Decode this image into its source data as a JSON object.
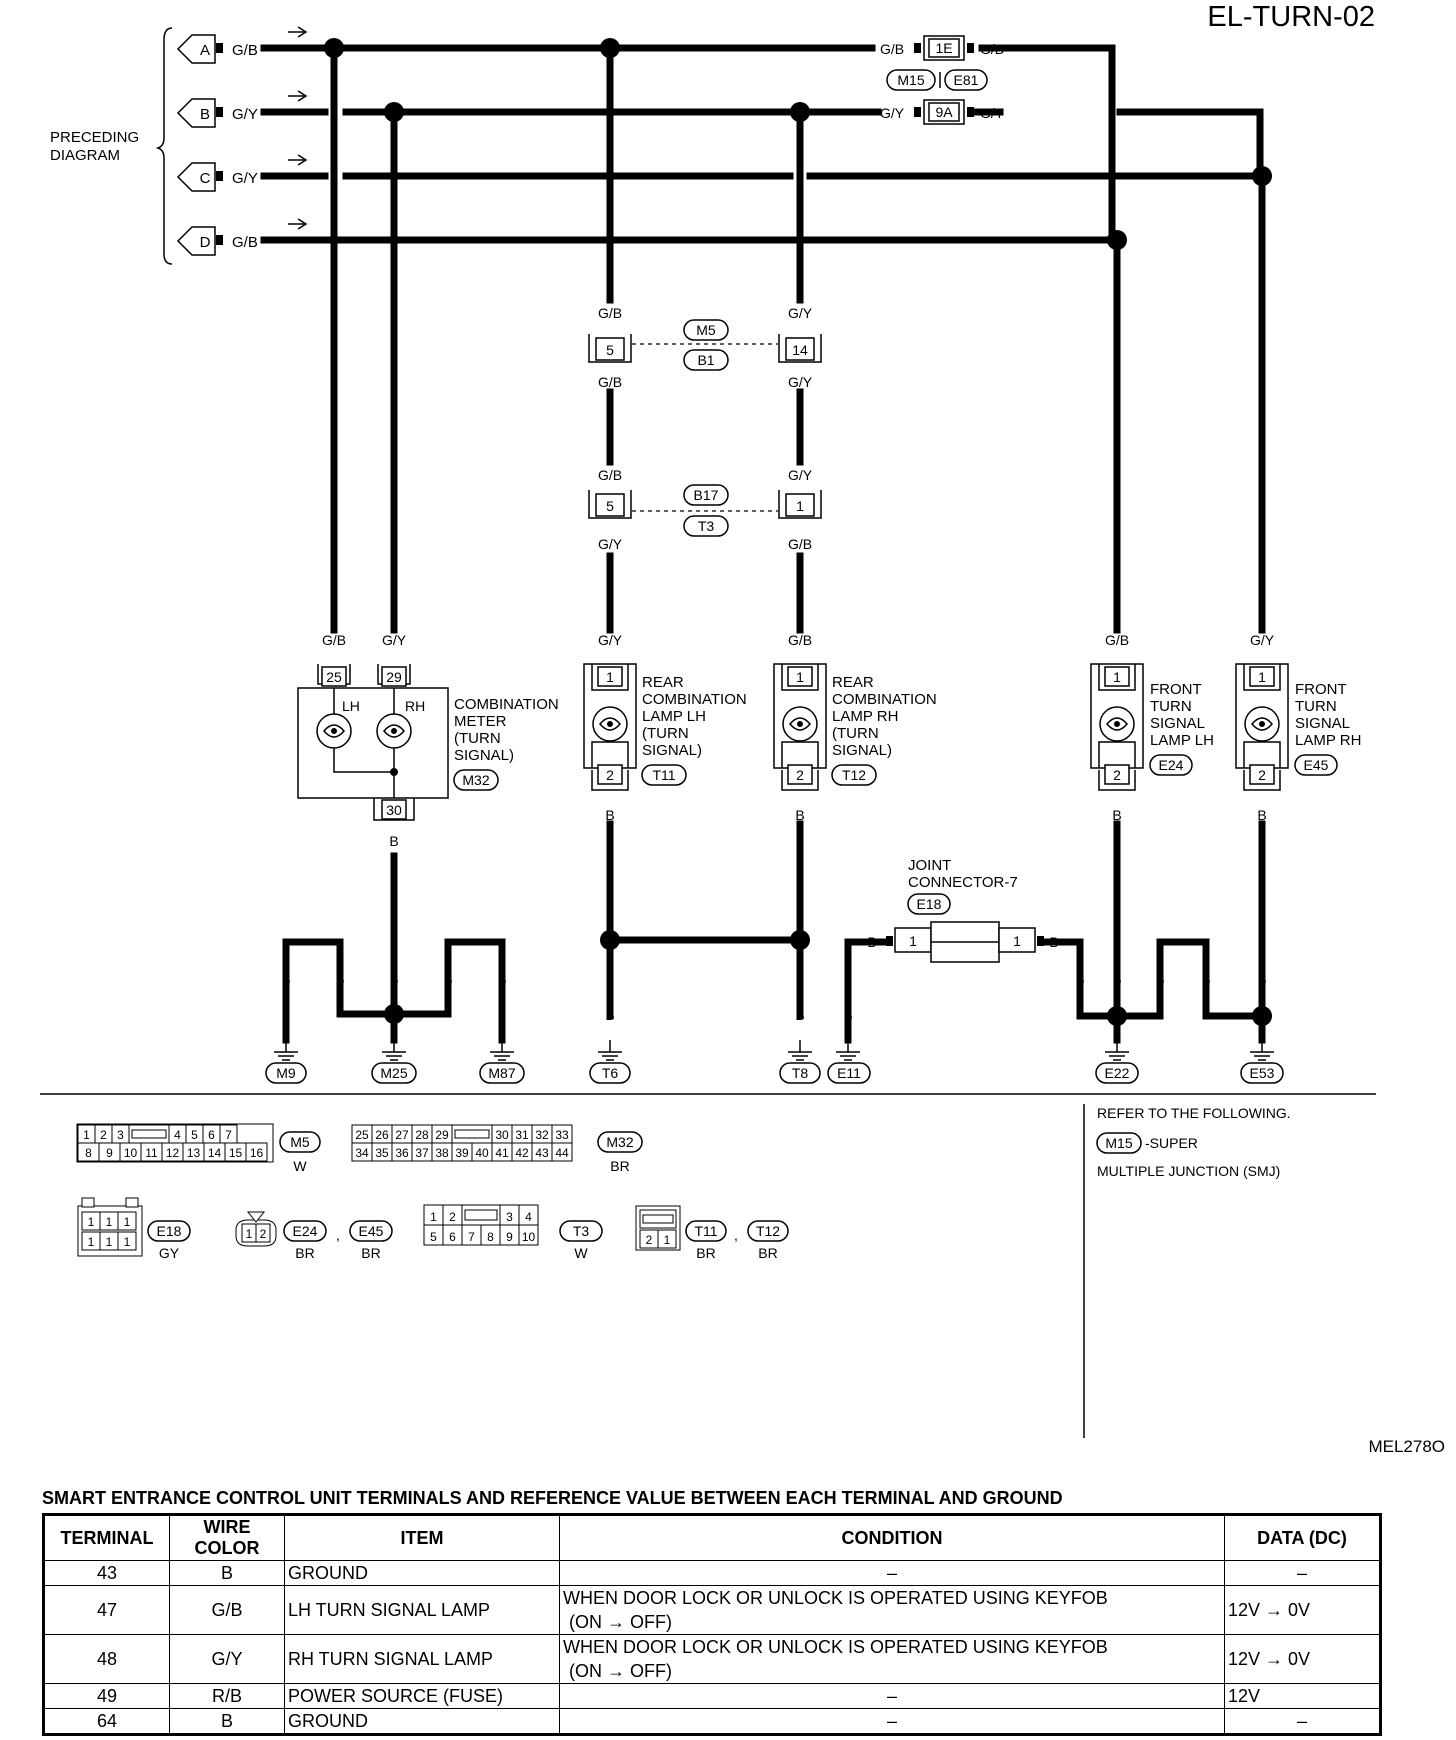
{
  "diagram": {
    "code": "EL-TURN-02",
    "figure_id": "MEL278O",
    "preceding_diagram": [
      "PRECEDING",
      "DIAGRAM"
    ],
    "inputs": [
      {
        "letter": "A",
        "color": "G/B"
      },
      {
        "letter": "B",
        "color": "G/Y"
      },
      {
        "letter": "C",
        "color": "G/Y"
      },
      {
        "letter": "D",
        "color": "G/B"
      }
    ],
    "smj": {
      "c1": {
        "pin": "1E",
        "conn_a": "M15",
        "conn_b": "E81",
        "color_in": "G/B",
        "color_out": "G/B"
      },
      "c2": {
        "pin": "9A",
        "color_in": "G/Y",
        "color_out": "G/Y"
      }
    },
    "conn_m5_b1": {
      "conn_a": "M5",
      "conn_b": "B1",
      "pin_left": "5",
      "pin_right": "14",
      "color_lt": "G/B",
      "color_lb": "G/B",
      "color_rt": "G/Y",
      "color_rb": "G/Y"
    },
    "conn_b17_t3": {
      "conn_a": "B17",
      "conn_b": "T3",
      "pin_left": "5",
      "pin_right": "1",
      "color_lt": "G/B",
      "color_lb": "G/Y",
      "color_rt": "G/Y",
      "color_rb": "G/B"
    },
    "meter": {
      "name": [
        "COMBINATION",
        "METER",
        "(TURN",
        "SIGNAL)"
      ],
      "conn": "M32",
      "pin_lh": "25",
      "pin_rh": "29",
      "pin_gnd": "30",
      "color_lh": "G/B",
      "color_rh": "G/Y",
      "color_gnd": "B",
      "lh": "LH",
      "rh": "RH"
    },
    "rear_lh": {
      "name": [
        "REAR",
        "COMBINATION",
        "LAMP LH",
        "(TURN",
        "SIGNAL)"
      ],
      "conn": "T11",
      "pin_top": "1",
      "pin_bot": "2",
      "color_top": "G/Y",
      "color_bot": "B"
    },
    "rear_rh": {
      "name": [
        "REAR",
        "COMBINATION",
        "LAMP RH",
        "(TURN",
        "SIGNAL)"
      ],
      "conn": "T12",
      "pin_top": "1",
      "pin_bot": "2",
      "color_top": "G/B",
      "color_bot": "B"
    },
    "front_lh": {
      "name": [
        "FRONT",
        "TURN",
        "SIGNAL",
        "LAMP LH"
      ],
      "conn": "E24",
      "pin_top": "1",
      "pin_bot": "2",
      "color_top": "G/B",
      "color_bot": "B"
    },
    "front_rh": {
      "name": [
        "FRONT",
        "TURN",
        "SIGNAL",
        "LAMP RH"
      ],
      "conn": "E45",
      "pin_top": "1",
      "pin_bot": "2",
      "color_top": "G/Y",
      "color_bot": "B"
    },
    "joint": {
      "name": [
        "JOINT",
        "CONNECTOR-7"
      ],
      "conn": "E18",
      "pin_left": "1",
      "pin_right": "1",
      "color_left": "B",
      "color_right": "B"
    },
    "ground_color": "B",
    "grounds": [
      "M9",
      "M25",
      "M87",
      "T6",
      "T8",
      "E11",
      "E22",
      "E53"
    ],
    "refer": {
      "line1": "REFER TO THE FOLLOWING.",
      "conn": "M15",
      "suffix": "-SUPER",
      "line2": "MULTIPLE JUNCTION (SMJ)"
    },
    "connectors": {
      "m5": {
        "conn": "M5",
        "color": "W",
        "row1": [
          "1",
          "2",
          "3",
          "",
          "4",
          "5",
          "6",
          "7"
        ],
        "row2": [
          "8",
          "9",
          "10",
          "11",
          "12",
          "13",
          "14",
          "15",
          "16"
        ]
      },
      "m32": {
        "conn": "M32",
        "color": "BR",
        "row1": [
          "25",
          "26",
          "27",
          "28",
          "29",
          "",
          "30",
          "31",
          "32",
          "33"
        ],
        "row2": [
          "34",
          "35",
          "36",
          "37",
          "38",
          "39",
          "40",
          "41",
          "42",
          "43",
          "44"
        ]
      },
      "e18": {
        "conn": "E18",
        "color": "GY",
        "pins": [
          "1",
          "1",
          "1",
          "1",
          "1",
          "1"
        ]
      },
      "e24": {
        "conn_a": "E24",
        "conn_b": "E45",
        "color_a": "BR",
        "color_b": "BR",
        "pins": [
          "1",
          "2"
        ]
      },
      "t3": {
        "conn": "T3",
        "color": "W",
        "row1": [
          "1",
          "2",
          "",
          "3",
          "4"
        ],
        "row2": [
          "5",
          "6",
          "7",
          "8",
          "9",
          "10"
        ]
      },
      "t11": {
        "conn_a": "T11",
        "conn_b": "T12",
        "color_a": "BR",
        "color_b": "BR",
        "pins": [
          "2",
          "1"
        ]
      }
    }
  },
  "table": {
    "title": "SMART ENTRANCE CONTROL UNIT TERMINALS AND REFERENCE VALUE BETWEEN EACH TERMINAL AND GROUND",
    "headers": [
      "TERMINAL",
      "WIRE COLOR",
      "ITEM",
      "CONDITION",
      "DATA (DC)"
    ],
    "rows": [
      {
        "terminal": "43",
        "wire": "B",
        "item": "GROUND",
        "cond1": "–",
        "cond2": "",
        "data": "–"
      },
      {
        "terminal": "47",
        "wire": "G/B",
        "item": "LH TURN SIGNAL LAMP",
        "cond1": "WHEN DOOR LOCK OR UNLOCK IS OPERATED USING KEYFOB",
        "cond2": "(ON → OFF)",
        "data": "12V → 0V"
      },
      {
        "terminal": "48",
        "wire": "G/Y",
        "item": "RH TURN SIGNAL LAMP",
        "cond1": "WHEN DOOR LOCK OR UNLOCK IS OPERATED USING KEYFOB",
        "cond2": "(ON → OFF)",
        "data": "12V → 0V"
      },
      {
        "terminal": "49",
        "wire": "R/B",
        "item": "POWER SOURCE (FUSE)",
        "cond1": "–",
        "cond2": "",
        "data": "12V"
      },
      {
        "terminal": "64",
        "wire": "B",
        "item": "GROUND",
        "cond1": "–",
        "cond2": "",
        "data": "–"
      }
    ]
  }
}
